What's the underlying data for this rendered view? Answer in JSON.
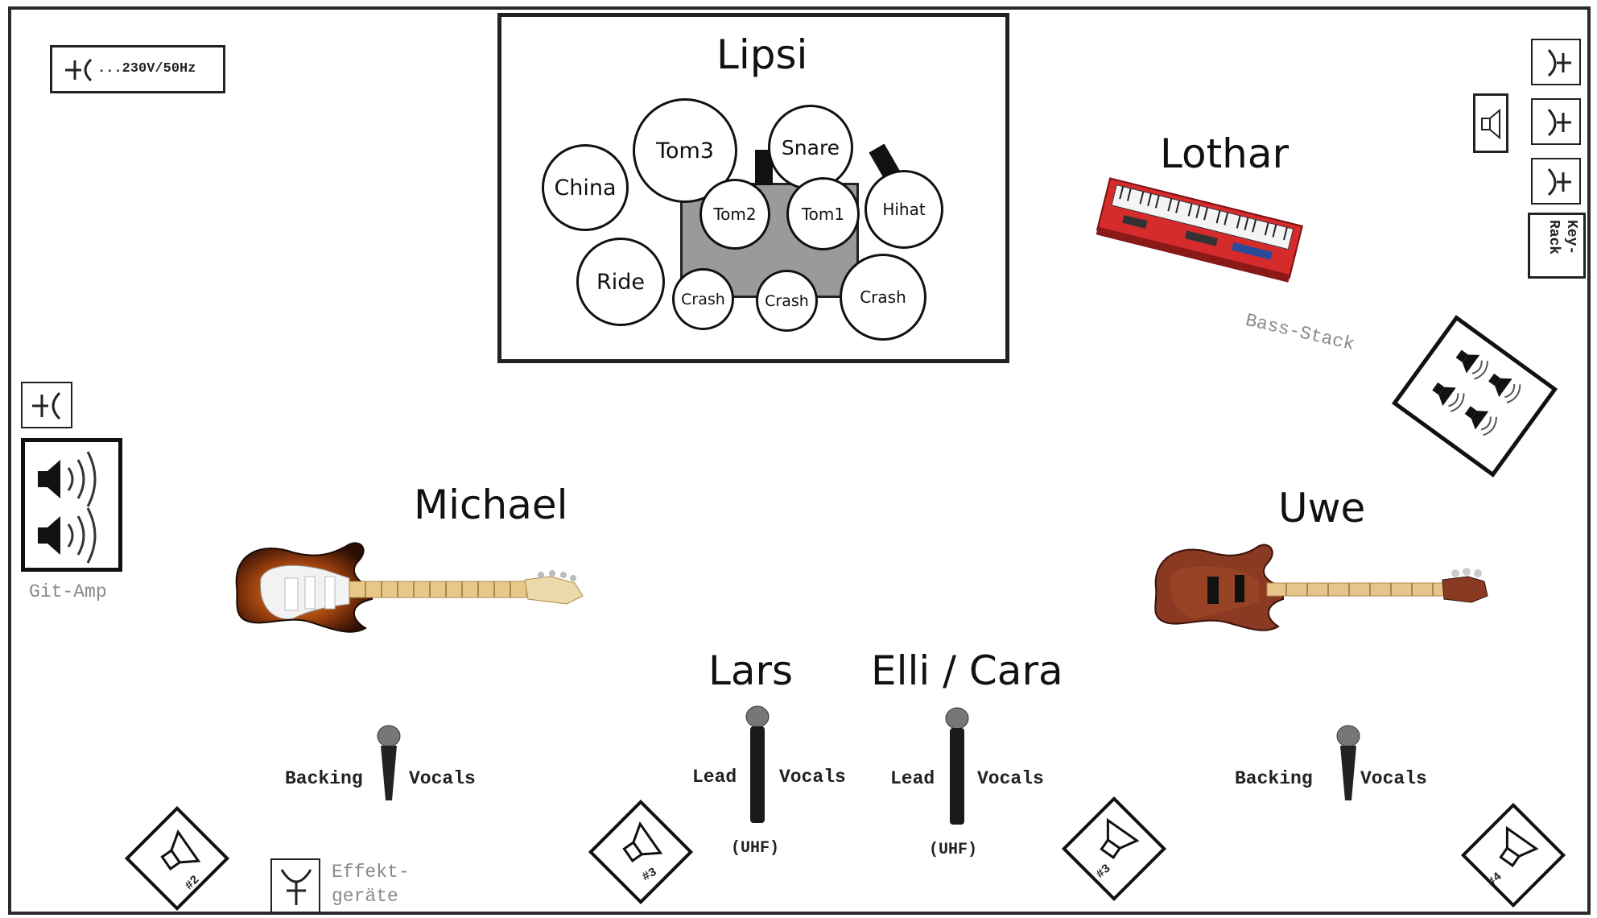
{
  "power_label": "...230V/50Hz",
  "drummer": {
    "name": "Lipsi",
    "drums": {
      "china": "China",
      "tom3": "Tom3",
      "snare": "Snare",
      "hihat": "Hihat",
      "tom2": "Tom2",
      "tom1": "Tom1",
      "ride": "Ride",
      "crash1": "Crash",
      "crash2": "Crash",
      "crash3": "Crash"
    }
  },
  "keyboardist": {
    "name": "Lothar"
  },
  "right_rack": {
    "key_rack": "Key-Rack",
    "bass_stack": "Bass-Stack"
  },
  "guitarist": {
    "name": "Michael",
    "amp_label": "Git-Amp"
  },
  "bassist": {
    "name": "Uwe"
  },
  "lead1": {
    "name": "Lars"
  },
  "lead2": {
    "name": "Elli / Cara"
  },
  "mics": {
    "backing_left": {
      "left": "Backing",
      "right": "Vocals"
    },
    "lead_lars": {
      "left": "Lead",
      "right": "Vocals",
      "sub": "(UHF)"
    },
    "lead_elli": {
      "left": "Lead",
      "right": "Vocals",
      "sub": "(UHF)"
    },
    "backing_right": {
      "left": "Backing",
      "right": "Vocals"
    }
  },
  "effects_label": [
    "Effekt-",
    "geräte"
  ],
  "monitors": [
    "#2",
    "#3",
    "#3",
    "#4"
  ]
}
